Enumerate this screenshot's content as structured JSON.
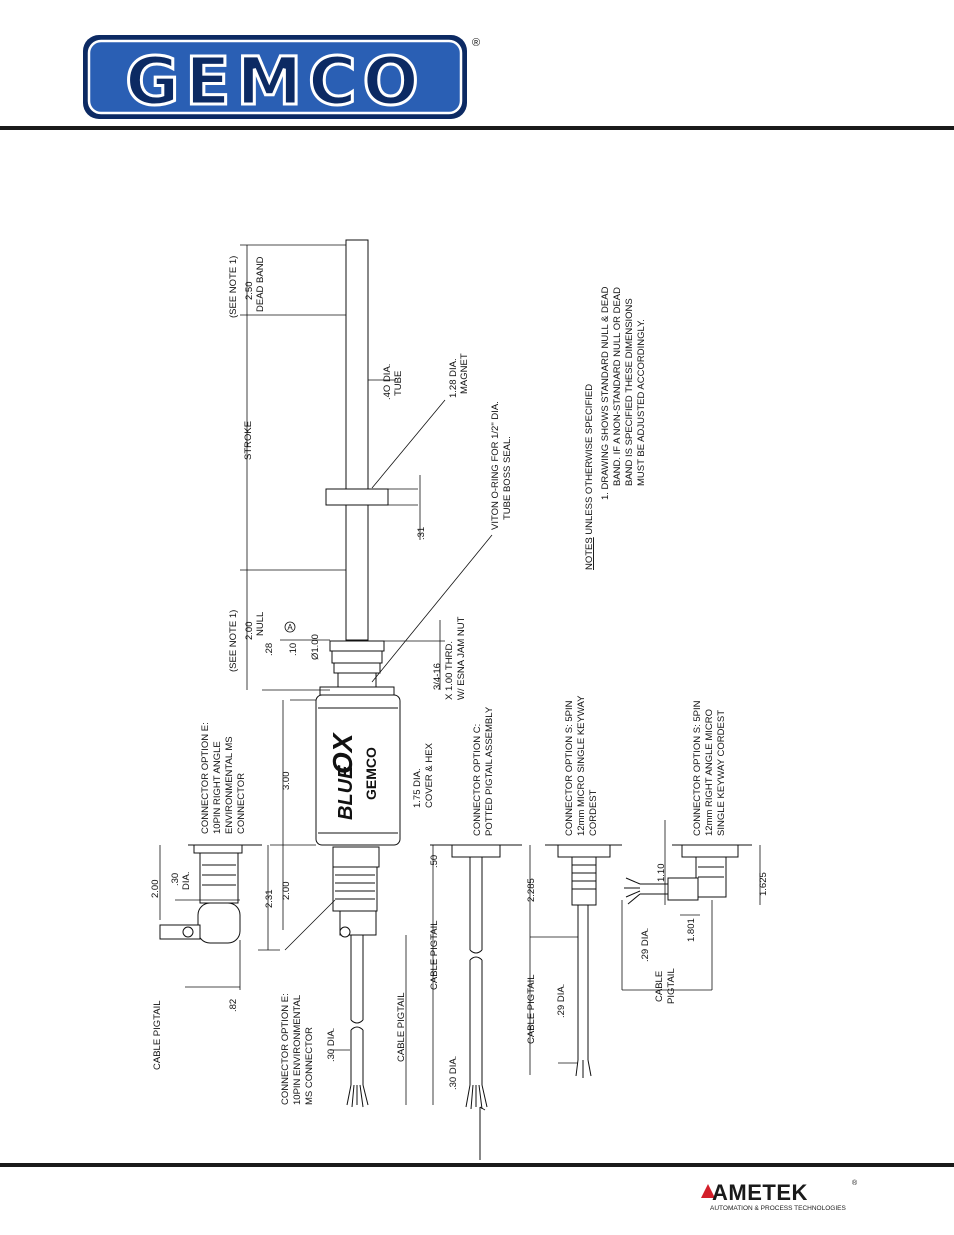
{
  "header": {
    "logo_text": "GEMCO",
    "registered_mark": "®"
  },
  "drawing": {
    "stroke_dims": {
      "see_note_top": "(SEE NOTE 1)",
      "dead_band_value": "2.50",
      "dead_band_label": "DEAD BAND",
      "stroke": "STROKE",
      "see_note_bottom": "(SEE NOTE 1)",
      "null_value": "2.00",
      "null_label": "NULL",
      "dim_28": ".28",
      "dim_10": ".10",
      "revision_mark": "A",
      "dia_100": "Ø1.00",
      "dim_300": "3.00",
      "dim_200": "2.00",
      "dim_231": "2.31"
    },
    "tube": {
      "tube_dia": ".4O DIA.",
      "tube_label": "TUBE",
      "magnet_dia": "1.28 DIA.",
      "magnet_label": "MAGNET",
      "magnet_thickness": ".31",
      "oring_line1": "VITON O-RING FOR 1/2\" DIA.",
      "oring_line2": "TUBE BOSS SEAL."
    },
    "jam_nut": {
      "line1": "3/4-16",
      "line2": "X 1.00 THRD.",
      "line3": "W/ ESNA JAM NUT"
    },
    "cover": {
      "line1": "1.75 DIA.",
      "line2": "COVER & HEX",
      "brand1": "BLUE",
      "brand2": "OX",
      "brand3": "GEMCO"
    },
    "option_e_right_angle": {
      "line1": "CONNECTOR OPTION E:",
      "line2": "10PIN RIGHT ANGLE",
      "line3": "ENVIRONMENTAL MS",
      "line4": "CONNECTOR",
      "dim_200": "2.00",
      "dim_30": ".30",
      "dim_30b": "DIA.",
      "dim_82": ".82",
      "pigtail": "CABLE PIGTAIL"
    },
    "option_e_straight": {
      "line1": "CONNECTOR OPTION E:",
      "line2": "10PIN ENVIRONMENTAL",
      "line3": "MS CONNECTOR",
      "dia": ".30 DIA.",
      "pigtail": "CABLE PIGTAIL"
    },
    "option_c": {
      "line1": "CONNECTOR OPTION C:",
      "line2": "POTTED PIGTAIL ASSEMBLY",
      "dim_50": ".50",
      "pigtail": "CABLE PIGTAIL",
      "dia": ".30 DIA."
    },
    "option_s_straight": {
      "line1": "CONNECTOR OPTION S: 5PIN",
      "line2": "12mm MICRO SINGLE KEYWAY",
      "line3": "CORDEST",
      "dim_2285": "2.285",
      "pigtail": "CABLE PIGTAIL",
      "dia": ".29 DIA."
    },
    "option_s_right_angle": {
      "line1": "CONNECTOR OPTION S: 5PIN",
      "line2": "12mm RIGHT ANGLE MICRO",
      "line3": "SINGLE KEYWAY CORDEST",
      "dim_110": "1.10",
      "dim_1625": "1.625",
      "dim_1801": "1.801",
      "dia": ".29 DIA.",
      "pigtail1": "CABLE",
      "pigtail2": "PIGTAIL"
    },
    "notes": {
      "title": "NOTES",
      "intro": ":  UNLESS OTHERWISE SPECIFIED",
      "n1_line1": "1. DRAWING SHOWS STANDARD NULL & DEAD",
      "n1_line2": "BAND.  IF A NON-STANDARD NULL OR DEAD",
      "n1_line3": "BAND IS SPECIFIED THESE DIMENSIONS",
      "n1_line4": "MUST BE ADJUSTED ACCORDINGLY."
    }
  },
  "footer": {
    "brand": "AMETEK",
    "registered_mark": "®",
    "tagline": "AUTOMATION & PROCESS TECHNOLOGIES"
  },
  "colors": {
    "logo_blue": "#1f4e9c",
    "logo_dark": "#0c2a63",
    "ametek_red": "#d31f2a"
  }
}
